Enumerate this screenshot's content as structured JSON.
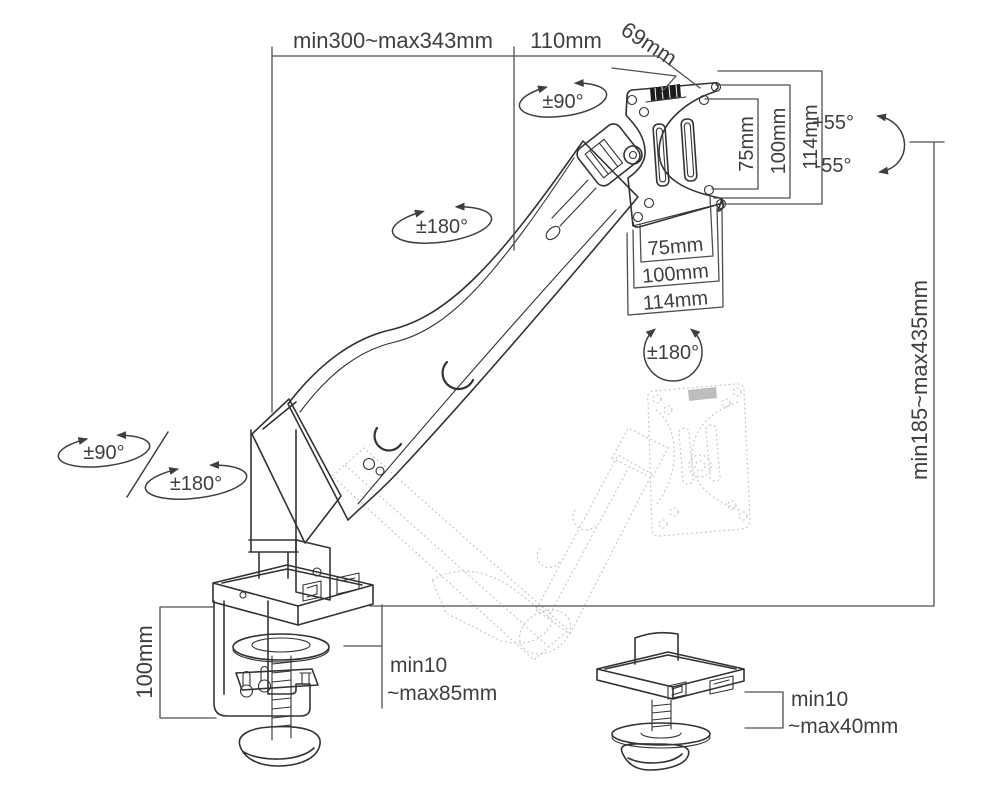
{
  "diagram": {
    "title": "monitor-arm-dimension-diagram",
    "colors": {
      "background": "#ffffff",
      "line_art": "#333333",
      "dimension_lines": "#4f4f4f",
      "ghost_lines": "#c9c9c9",
      "knob_fill": "#1c1c1c"
    },
    "labels": {
      "reach": "min300~max343mm",
      "offset": "110mm",
      "depth": "69mm",
      "swivel_top": "±90°",
      "swivel_mid": "±180°",
      "base_swivel_90": "±90°",
      "base_swivel_180": "±180°",
      "vesa_rotate": "±180°",
      "tilt_up": "+55°",
      "tilt_down": "-55°",
      "vesa_v_75": "75mm",
      "vesa_v_100": "100mm",
      "vesa_v_114": "114mm",
      "vesa_h_75": "75mm",
      "vesa_h_100": "100mm",
      "vesa_h_114": "114mm",
      "height_range": "min185~max435mm",
      "clamp_height": "100mm",
      "clamp_range_min": "min10",
      "clamp_range_max": "~max85mm",
      "grommet_range_min": "min10",
      "grommet_range_max": "~max40mm"
    }
  }
}
